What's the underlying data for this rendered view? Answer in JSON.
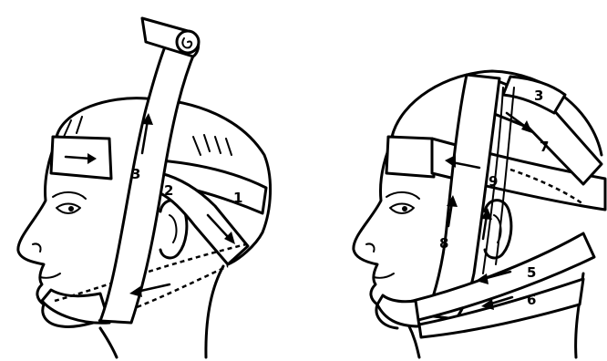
{
  "left_labels": [
    "1",
    "2",
    "3"
  ],
  "right_labels": [
    "3",
    "5",
    "6",
    "7",
    "8",
    "9"
  ]
}
